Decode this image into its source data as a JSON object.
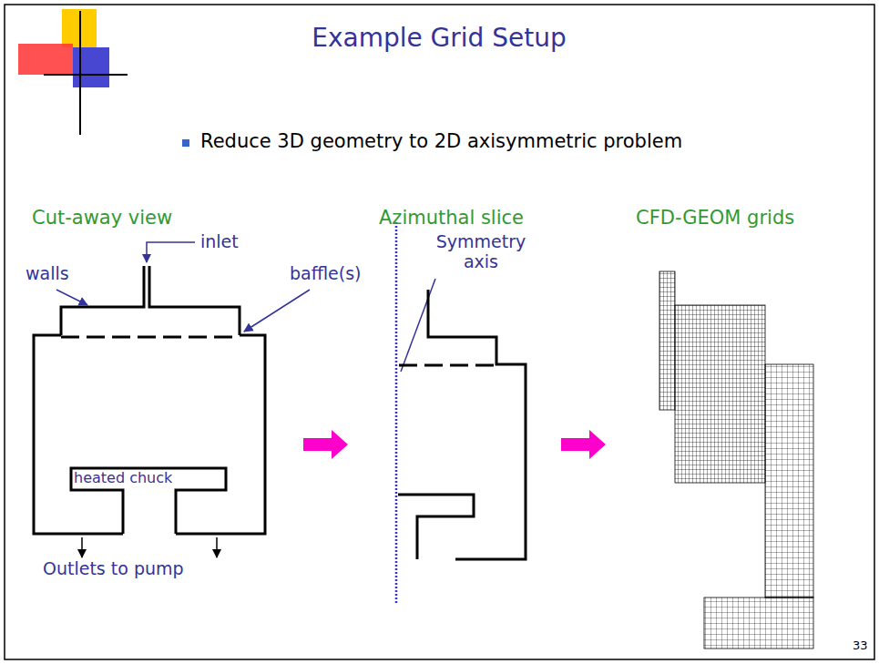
{
  "diagram": {
    "title": "Example Grid Setup",
    "labels": [
      "Reduce 3D geometry to 2D axisymmetric problem",
      "Cut-away view",
      "Azimuthal slice",
      "CFD-GEOM grids",
      "inlet",
      "walls",
      "baffle(s)",
      "heated chuck",
      "Outlets to pump",
      "Symmetry axis",
      "33"
    ]
  }
}
